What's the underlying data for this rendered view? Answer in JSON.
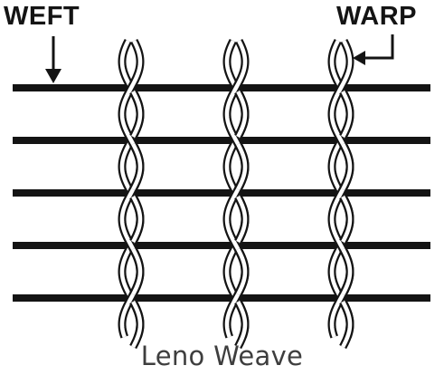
{
  "labels": {
    "weft": "WEFT",
    "warp": "WARP",
    "caption": "Leno Weave"
  },
  "diagram": {
    "weft_thread_count": 5,
    "warp_pair_count": 3,
    "twists_per_warp": 5
  },
  "colors": {
    "ink": "#141414",
    "paper": "#ffffff",
    "caption": "#3e3e3e"
  }
}
